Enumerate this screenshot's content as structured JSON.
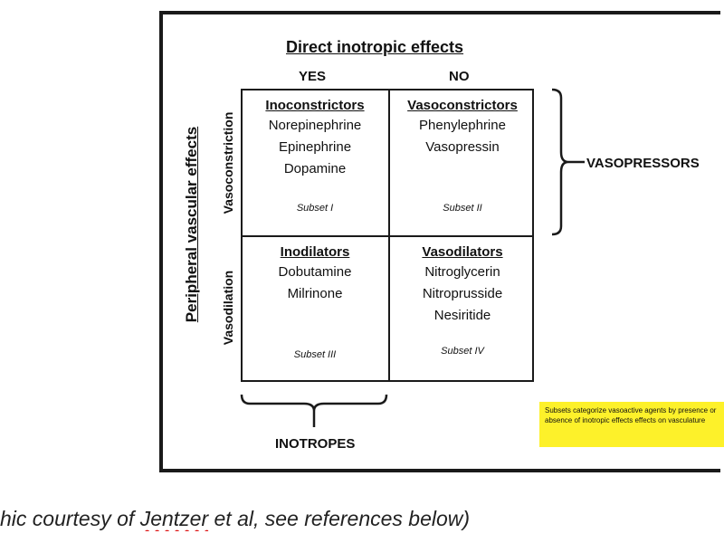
{
  "diagram": {
    "title": "Direct inotropic effects",
    "columns": [
      "YES",
      "NO"
    ],
    "y_axis_title": "Peripheral vascular effects",
    "rows": [
      "Vasoconstriction",
      "Vasodilation"
    ],
    "cells": [
      {
        "heading": "Inoconstrictors",
        "drugs": [
          "Norepinephrine",
          "Epinephrine",
          "Dopamine"
        ],
        "subset": "Subset I"
      },
      {
        "heading": "Vasoconstrictors",
        "drugs": [
          "Phenylephrine",
          "Vasopressin"
        ],
        "subset": "Subset II"
      },
      {
        "heading": "Inodilators",
        "drugs": [
          "Dobutamine",
          "Milrinone"
        ],
        "subset": "Subset III"
      },
      {
        "heading": "Vasodilators",
        "drugs": [
          "Nitroglycerin",
          "Nitroprusside",
          "Nesiritide"
        ],
        "subset": "Subset IV"
      }
    ],
    "right_group_label": "VASOPRESSORS",
    "bottom_group_label": "INOTROPES",
    "note": "Subsets categorize vasoactive agents by presence or absence of inotropic effects effects on vasculature"
  },
  "caption": {
    "prefix": "hic courtesy of ",
    "link_text": "Jentzer",
    "suffix": " et al, see references below)"
  }
}
